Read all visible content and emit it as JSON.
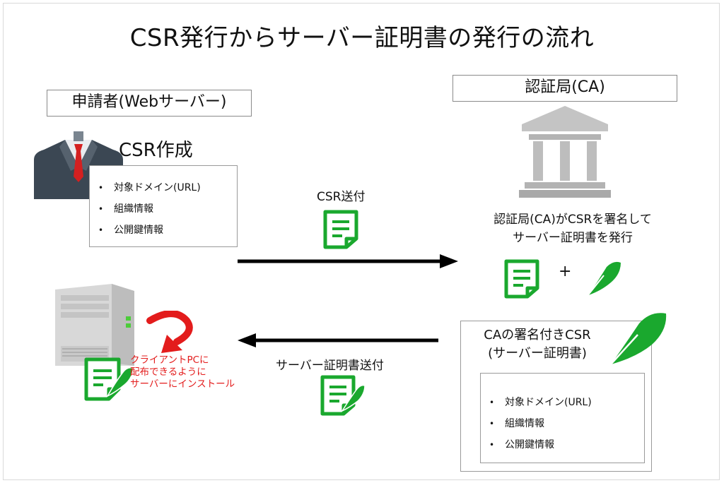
{
  "title": "CSR発行からサーバー証明書の発行の流れ",
  "applicant": {
    "label": "申請者(Webサーバー)",
    "csr_heading": "CSR作成",
    "items": [
      "対象ドメイン(URL)",
      "組織情報",
      "公開鍵情報"
    ]
  },
  "ca": {
    "label": "認証局(CA)",
    "description_line1": "認証局(CA)がCSRを署名して",
    "description_line2": "サーバー証明書を発行",
    "plus": "+"
  },
  "arrows": {
    "send_csr": "CSR送付",
    "send_cert": "サーバー証明書送付"
  },
  "signed_csr": {
    "title_line1": "CAの署名付きCSR",
    "title_line2": "(サーバー証明書)",
    "items": [
      "対象ドメイン(URL)",
      "組織情報",
      "公開鍵情報"
    ]
  },
  "install_note": {
    "line1": "クライアントPCに",
    "line2": "配布できるように",
    "line3": "サーバーにインストール"
  },
  "colors": {
    "green": "#1aa82e",
    "red": "#e31c1c",
    "suit": "#3b4753",
    "tie": "#d42020",
    "building": "#b9b9b9",
    "arrow": "#000000"
  }
}
